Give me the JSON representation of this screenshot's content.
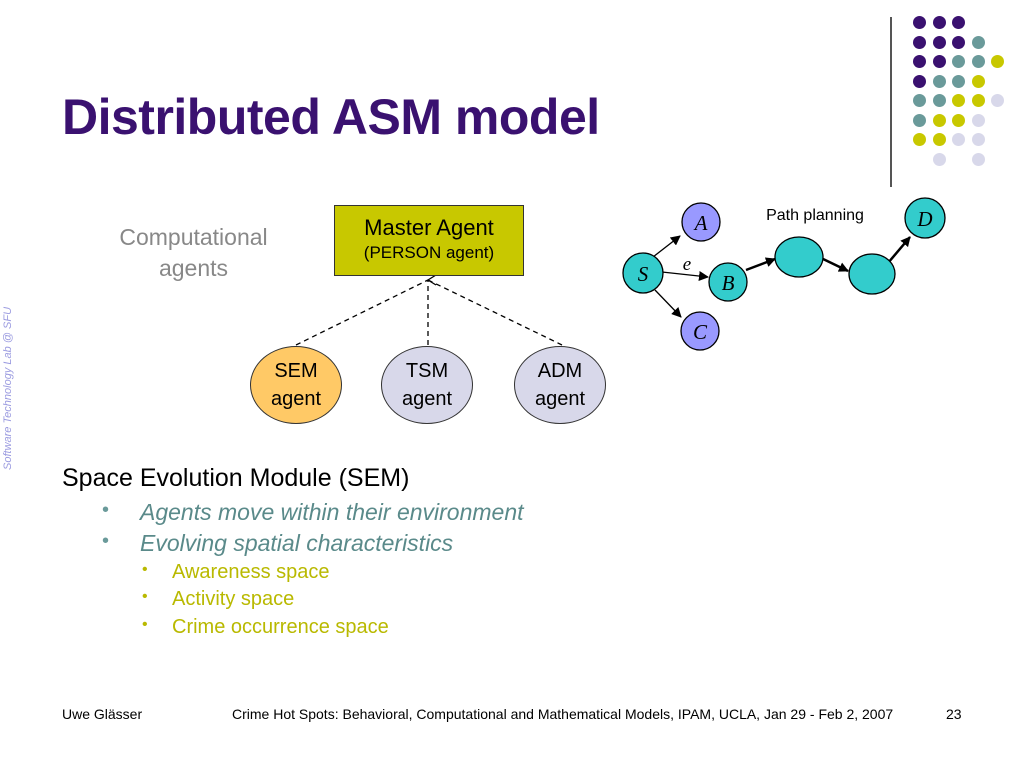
{
  "slide": {
    "title": "Distributed ASM model",
    "side_text": "Software Technology Lab @ SFU"
  },
  "diagram": {
    "computational_agents_line1": "Computational",
    "computational_agents_line2": "agents",
    "master_agent": {
      "line1": "Master Agent",
      "line2": "(PERSON agent)"
    },
    "agents": [
      {
        "line1": "SEM",
        "line2": "agent",
        "color": "#ffc966"
      },
      {
        "line1": "TSM",
        "line2": "agent",
        "color": "#d8d8ea"
      },
      {
        "line1": "ADM",
        "line2": "agent",
        "color": "#d8d8ea"
      }
    ],
    "path_graph": {
      "label": "Path planning",
      "edge_label": "e",
      "nodes": [
        "S",
        "A",
        "B",
        "C",
        "D"
      ],
      "colors": {
        "teal": "#33cccc",
        "violet": "#9999ff"
      }
    }
  },
  "content": {
    "heading": "Space Evolution Module (SEM)",
    "bullets_level1": [
      "Agents move within their environment",
      "Evolving spatial characteristics"
    ],
    "bullets_level2": [
      "Awareness space",
      "Activity space",
      "Crime occurrence space"
    ]
  },
  "footer": {
    "author": "Uwe Glässer",
    "event": "Crime Hot Spots: Behavioral, Computational and Mathematical Models, IPAM, UCLA, Jan 29 - Feb 2, 2007",
    "page": "23"
  },
  "theme": {
    "title_color": "#3a1170",
    "dot_purple": "#3a1170",
    "dot_teal": "#6a9a9a",
    "dot_yellow": "#c8c800",
    "dot_lavender": "#d8d8ea"
  }
}
